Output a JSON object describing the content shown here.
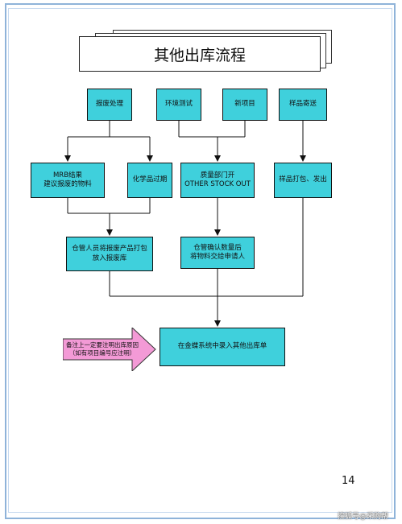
{
  "title": "其他出库流程",
  "nodes": {
    "scrap": "报废处理",
    "env_test": "环境测试",
    "new_project": "新项目",
    "sample_send": "样品寄送",
    "mrb": "MRB结果\n建议报废的物料",
    "chem_expired": "化学品过期",
    "quality_dept": "质量部门开\nOTHER STOCK OUT",
    "sample_pack": "样品打包、发出",
    "warehouse_pack": "仓管人员将报废产品打包\n放入报废库",
    "warehouse_confirm": "仓管确认数量后\n将物料交给申请人",
    "kingdee_entry": "在金蝶系统中录入其他出库单"
  },
  "note": {
    "text": "备注上一定要注明出库原因\n（如有项目编号应注明）",
    "color": "#f39ad6"
  },
  "colors": {
    "node_fill": "#3fd0dc"
  },
  "page_number": "14",
  "watermark": "搜狐号@采购帮"
}
